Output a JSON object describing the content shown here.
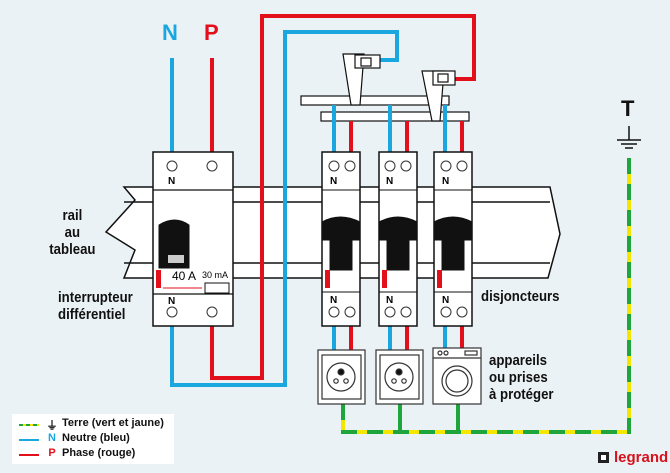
{
  "wire_labels": {
    "neutral": "N",
    "phase": "P",
    "earth": "T"
  },
  "labels": {
    "rail": [
      "rail",
      "au",
      "tableau"
    ],
    "rcd": [
      "interrupteur",
      "différentiel"
    ],
    "breakers": "disjoncteurs",
    "devices": [
      "appareils",
      "ou prises",
      "à protéger"
    ]
  },
  "rcd": {
    "terminal_label": "N",
    "rating": "40 A",
    "sensitivity": "30 mA"
  },
  "breakers": [
    {
      "terminal_label": "N"
    },
    {
      "terminal_label": "N"
    },
    {
      "terminal_label": "N"
    }
  ],
  "devices": [
    {
      "type": "socket"
    },
    {
      "type": "socket"
    },
    {
      "type": "washing-machine"
    }
  ],
  "legend": [
    {
      "symbol": "⏚",
      "label": "Terre (vert et jaune)",
      "colors": [
        "#1ea63c",
        "#f5e600"
      ]
    },
    {
      "symbol": "N",
      "label": "Neutre (bleu)",
      "colors": [
        "#1aa7e0"
      ]
    },
    {
      "symbol": "P",
      "label": "Phase (rouge)",
      "colors": [
        "#e3101c"
      ]
    }
  ],
  "brand": "legrand",
  "colors": {
    "neutral": "#1aa7e0",
    "phase": "#e3101c",
    "earth_green": "#1ea63c",
    "earth_yellow": "#f5e600",
    "background": "#ebf2f5"
  }
}
